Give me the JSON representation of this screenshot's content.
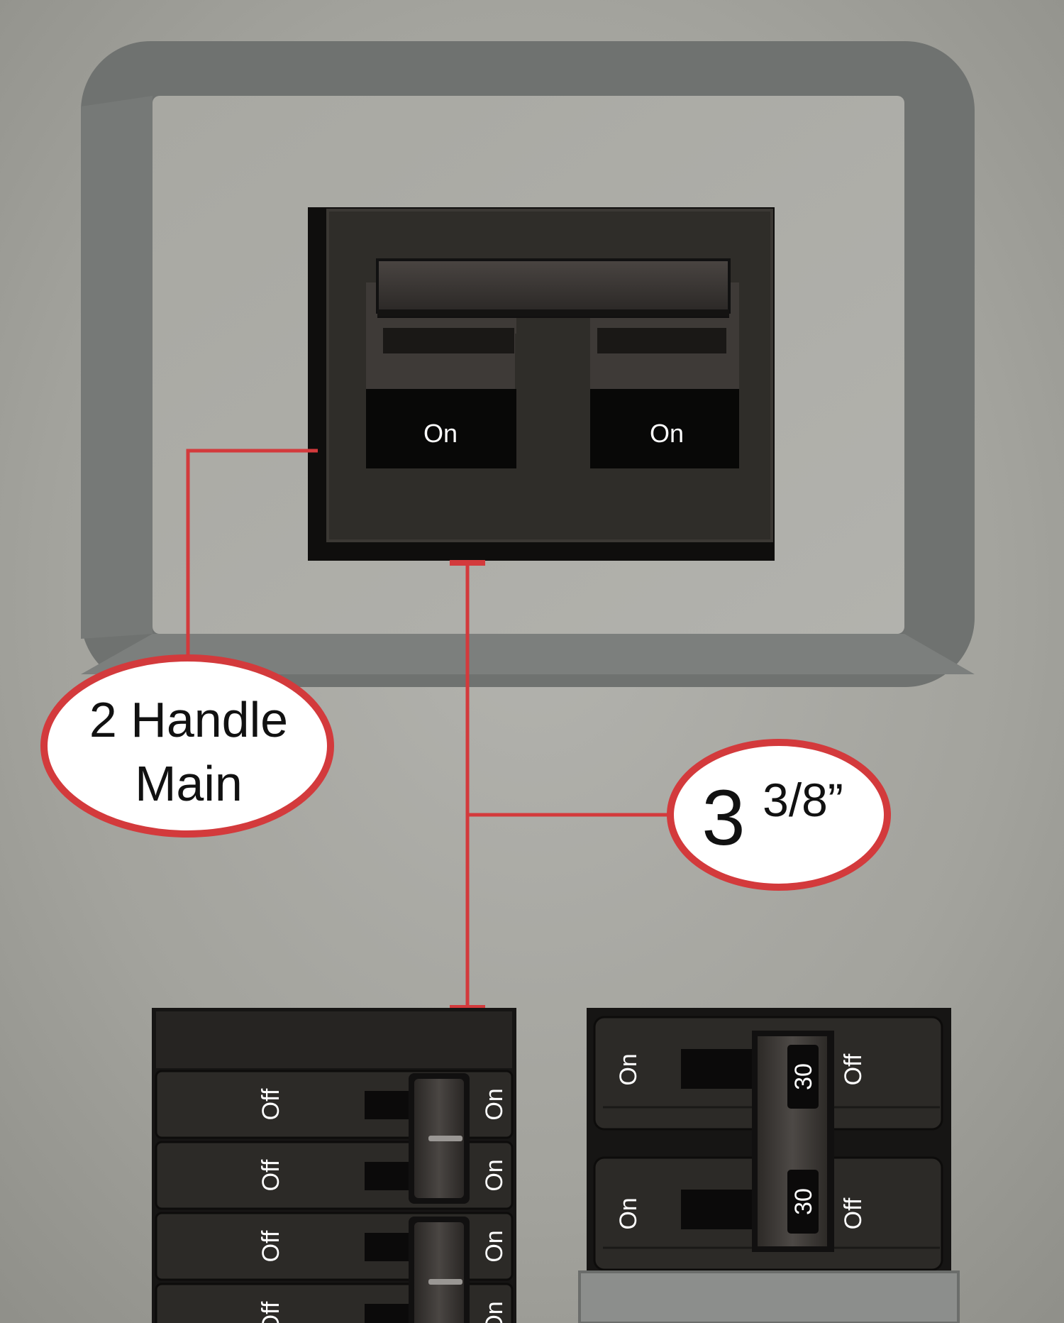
{
  "main_breaker": {
    "left_handle_label": "On",
    "right_handle_label": "On"
  },
  "callouts": {
    "handle_type": {
      "line1": "2 Handle",
      "line2": "Main"
    },
    "dimension": {
      "whole": "3",
      "fraction": "3/8”"
    }
  },
  "single_pole_breakers": [
    {
      "off_label": "Off",
      "on_label": "On"
    },
    {
      "off_label": "Off",
      "on_label": "On"
    },
    {
      "off_label": "Off",
      "on_label": "On"
    },
    {
      "off_label": "Off",
      "on_label": "On"
    }
  ],
  "double_pole_breaker": {
    "top": {
      "on_label": "On",
      "off_label": "Off",
      "rating": "30"
    },
    "bottom": {
      "on_label": "On",
      "off_label": "Off",
      "rating": "30"
    }
  },
  "colors": {
    "panel_background": "#a3a39d",
    "frame": "#6f7270",
    "breaker_body": "#2f2d29",
    "callout_red": "#d33a3c",
    "label_white": "#ffffff"
  }
}
